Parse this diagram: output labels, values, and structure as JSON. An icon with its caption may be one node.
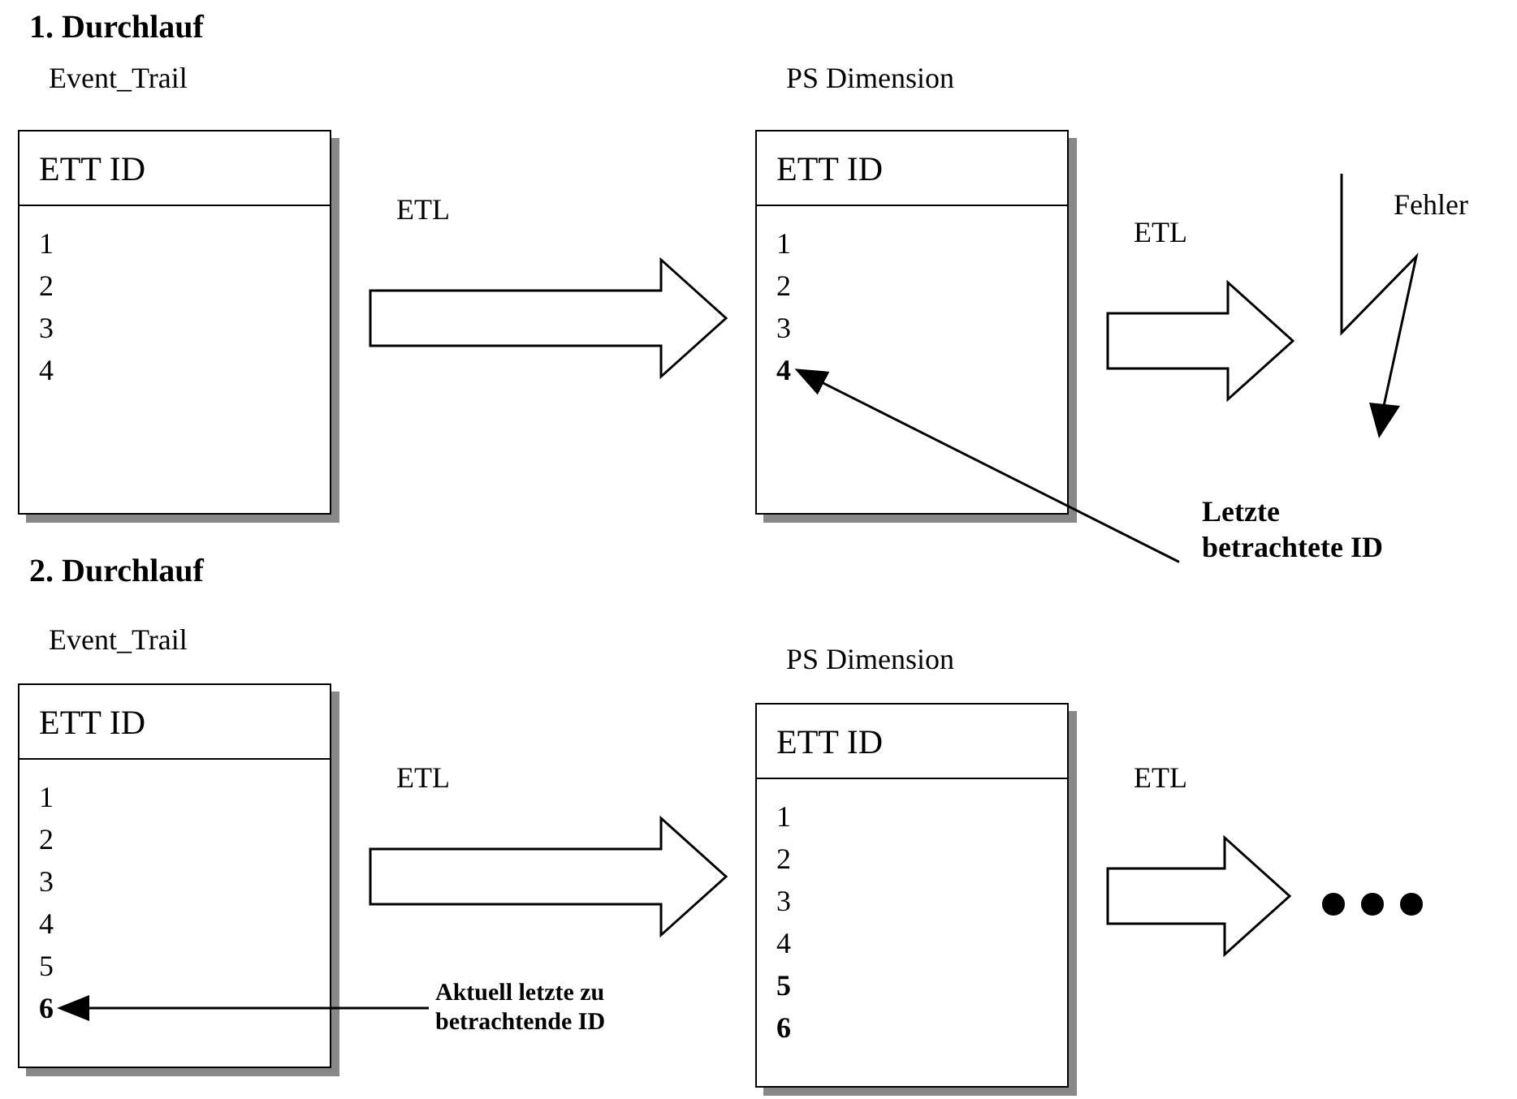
{
  "diagram": {
    "nodes": [
      {
        "text": [
          "Event_Trail",
          "ETT ID"
        ]
      },
      {
        "text": [
          "1"
        ],
        "in": 0
      },
      {
        "text": [
          "2"
        ],
        "in": 0
      },
      {
        "text": [
          "3"
        ],
        "in": 0
      },
      {
        "text": [
          "4"
        ],
        "in": 0
      },
      {
        "text": [
          "PS Dimension",
          "ETT ID"
        ]
      },
      {
        "text": [
          "1"
        ],
        "in": 5
      },
      {
        "text": [
          "2"
        ],
        "in": 5
      },
      {
        "text": [
          "3"
        ],
        "in": 5
      },
      {
        "text": [
          "4"
        ],
        "in": 5
      },
      {
        "text": [],
        "shape": "lightning",
        "beside": [
          "Fehler"
        ]
      },
      {
        "text": [
          "Letzte betrachtete ID"
        ]
      },
      {
        "text": [
          "Event_Trail",
          "ETT ID"
        ]
      },
      {
        "text": [
          "1"
        ],
        "in": 12
      },
      {
        "text": [
          "2"
        ],
        "in": 12
      },
      {
        "text": [
          "3"
        ],
        "in": 12
      },
      {
        "text": [
          "4"
        ],
        "in": 12
      },
      {
        "text": [
          "5"
        ],
        "in": 12
      },
      {
        "text": [
          "6"
        ],
        "in": 12
      },
      {
        "text": [
          "PS Dimension",
          "ETT ID"
        ]
      },
      {
        "text": [
          "1"
        ],
        "in": 19
      },
      {
        "text": [
          "2"
        ],
        "in": 19
      },
      {
        "text": [
          "3"
        ],
        "in": 19
      },
      {
        "text": [
          "4"
        ],
        "in": 19
      },
      {
        "text": [
          "5"
        ],
        "in": 19
      },
      {
        "text": [
          "6"
        ],
        "in": 19
      },
      {
        "text": [],
        "shape": "dots"
      },
      {
        "text": [
          "Aktuell letzte zu betrachtende ID"
        ]
      }
    ],
    "edges": [
      {
        "from": 0,
        "to": 5,
        "arrow": "to",
        "label": "ETL"
      },
      {
        "from": 5,
        "to": 10,
        "arrow": "to",
        "label": "ETL"
      },
      {
        "from": 11,
        "to": 9,
        "arrow": "to"
      },
      {
        "from": 12,
        "to": 19,
        "arrow": "to",
        "label": "ETL"
      },
      {
        "from": 19,
        "to": 26,
        "arrow": "to",
        "label": "ETL"
      },
      {
        "from": 27,
        "to": 18,
        "arrow": "to"
      }
    ],
    "labels": [
      "1. Durchlauf",
      "2. Durchlauf"
    ]
  }
}
